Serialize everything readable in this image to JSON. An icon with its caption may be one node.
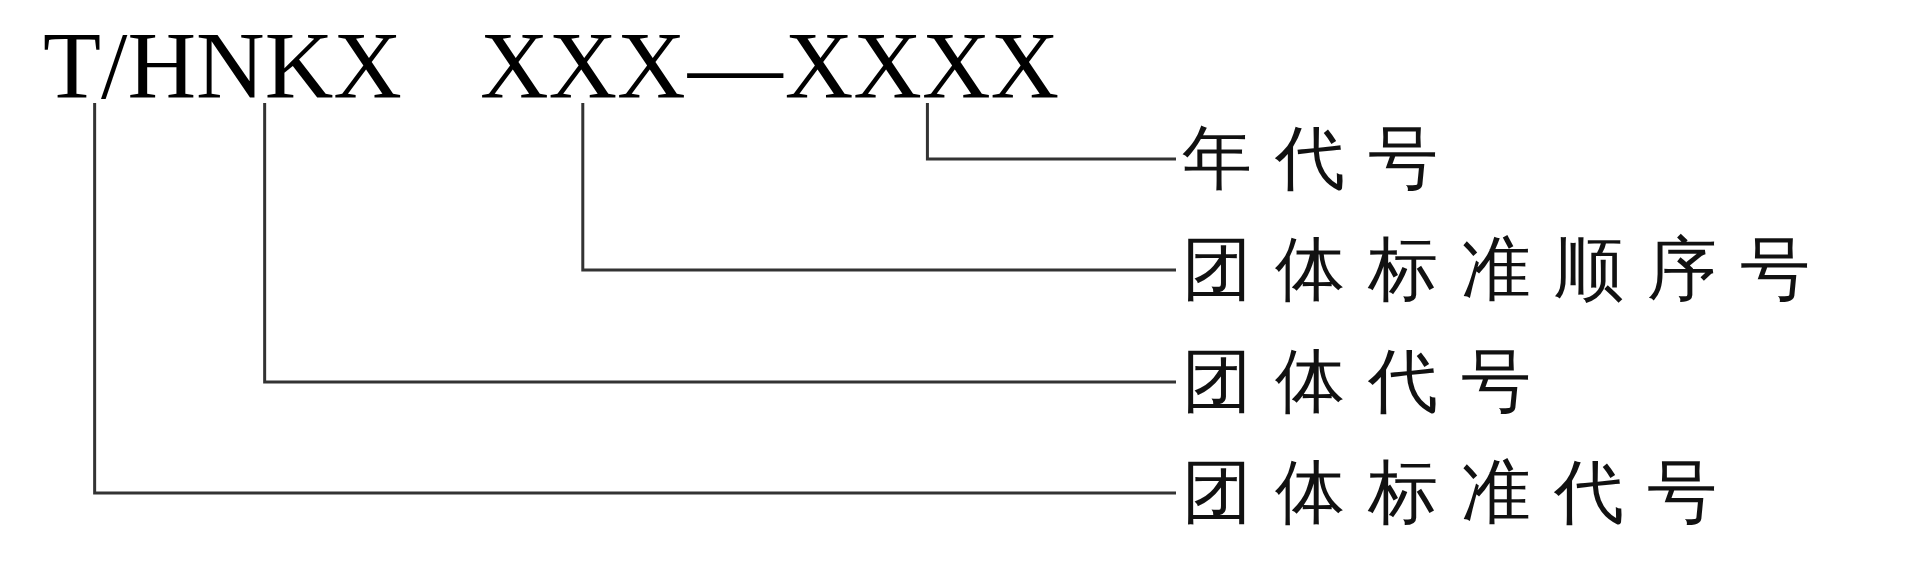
{
  "diagram": {
    "nodes": [
      {
        "text": [
          "T"
        ]
      },
      {
        "text": [
          "HNKX"
        ]
      },
      {
        "text": [
          "XXX"
        ]
      },
      {
        "text": [
          "XXXX"
        ]
      },
      {
        "text": [
          "年代号"
        ]
      },
      {
        "text": [
          "团体标准顺序号"
        ]
      },
      {
        "text": [
          "团体代号"
        ]
      },
      {
        "text": [
          "团体标准代号"
        ]
      }
    ],
    "edges": [
      {
        "from": 4,
        "to": 3,
        "arrow": "none"
      },
      {
        "from": 5,
        "to": 2,
        "arrow": "none"
      },
      {
        "from": 6,
        "to": 1,
        "arrow": "none"
      },
      {
        "from": 7,
        "to": 0,
        "arrow": "none"
      }
    ],
    "labels": [
      "/",
      "—"
    ]
  }
}
